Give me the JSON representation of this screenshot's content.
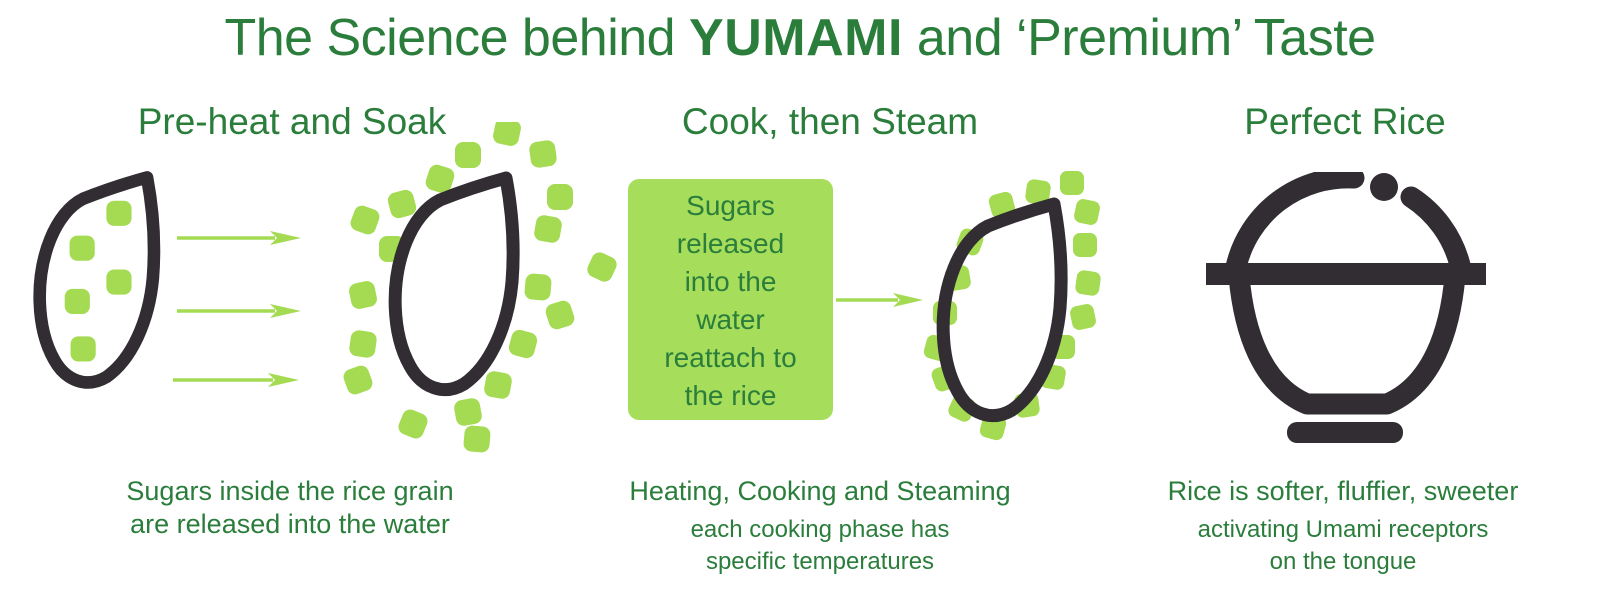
{
  "title": {
    "prefix": "The Science behind ",
    "brand": "YUMAMI",
    "suffix": " and ‘Premium’ Taste"
  },
  "colors": {
    "green_text": "#2a7d3b",
    "light_green_accent": "#a4db52",
    "box_green": "#a6de5c",
    "charcoal_icon": "#312d33",
    "background": "#ffffff"
  },
  "columns": [
    {
      "heading": "Pre-heat and Soak",
      "caption": "Sugars inside the rice grain\nare released into the water",
      "icons": [
        "rice-grain-sugars-inside-icon",
        "release-arrows-icon",
        "rice-grain-sugars-released-icon"
      ]
    },
    {
      "heading": "Cook, then Steam",
      "box_text": "Sugars\nreleased\ninto the\nwater\nreattach to\nthe rice",
      "caption_title": "Heating, Cooking and Steaming",
      "caption_sub": "each cooking phase has\nspecific temperatures",
      "icons": [
        "flow-arrow-icon",
        "rice-grain-sugars-reattached-icon"
      ]
    },
    {
      "heading": "Perfect Rice",
      "caption_title": "Rice is softer, fluffier, sweeter",
      "caption_sub": "activating Umami receptors\non the tongue",
      "icons": [
        "rice-bowl-icon"
      ]
    }
  ]
}
